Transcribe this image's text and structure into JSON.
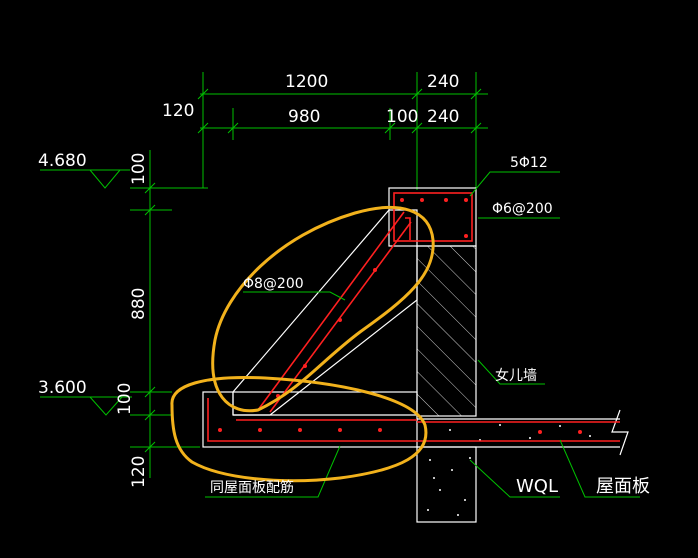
{
  "dimensions": {
    "top_1200": "1200",
    "top_240": "240",
    "row2_980": "980",
    "row2_100": "100",
    "row2_240": "240",
    "left_120": "120",
    "v_100_top": "100",
    "v_880": "880",
    "v_100_mid": "100",
    "v_120_bottom": "120"
  },
  "elevations": {
    "top": "4.680",
    "bottom": "3.600"
  },
  "rebar_labels": {
    "top_main": "5Φ12",
    "stirrup": "Φ6@200",
    "slope": "Φ8@200"
  },
  "component_labels": {
    "parapet": "女儿墙",
    "ring_beam": "WQL",
    "roof_slab": "屋面板",
    "slab_rebar_note": "同屋面板配筋"
  },
  "colors": {
    "background": "#000000",
    "dimension_line": "#00c000",
    "outline": "#ffffff",
    "rebar": "#ff2020",
    "highlight": "#f2b21c",
    "leader": "#00c000"
  }
}
